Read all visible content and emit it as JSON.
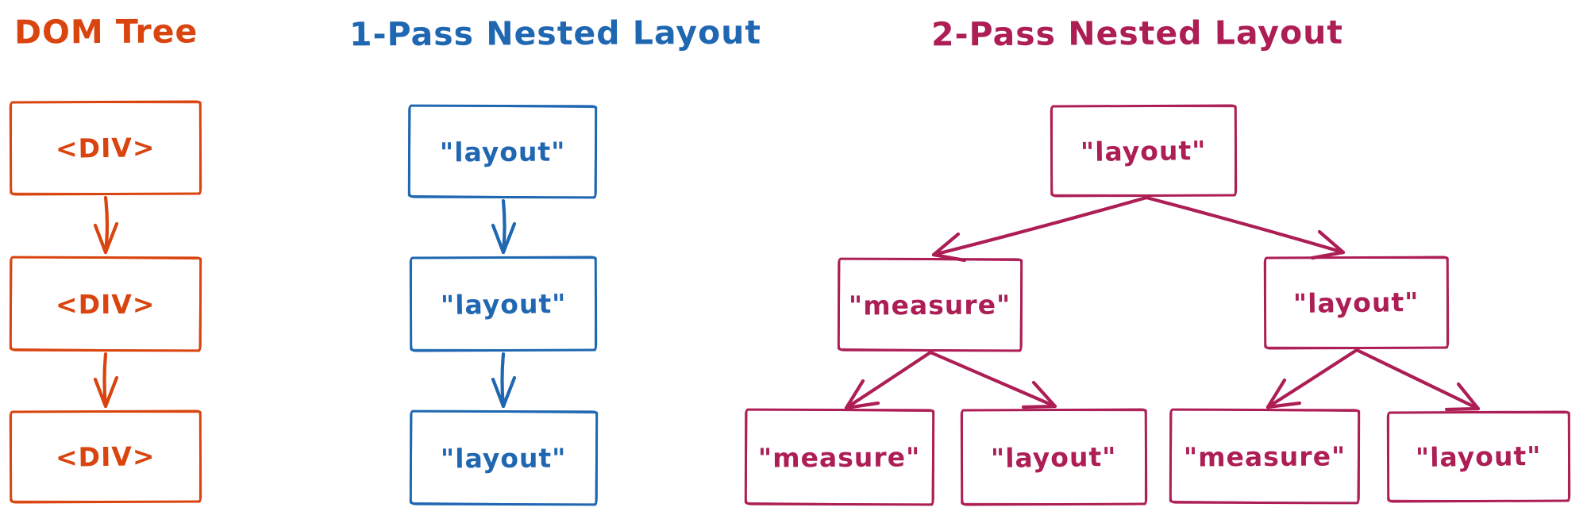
{
  "diagram": {
    "background": "#ffffff",
    "sections": [
      {
        "id": "dom-tree",
        "title": "DOM Tree",
        "color": "#d9440f",
        "nodes": [
          {
            "id": "div-1",
            "label": "<DIV>"
          },
          {
            "id": "div-2",
            "label": "<DIV>"
          },
          {
            "id": "div-3",
            "label": "<DIV>"
          }
        ],
        "edges": [
          {
            "from": "div-1",
            "to": "div-2"
          },
          {
            "from": "div-2",
            "to": "div-3"
          }
        ]
      },
      {
        "id": "one-pass-nested-layout",
        "title": "1-Pass Nested Layout",
        "color": "#2067b2",
        "nodes": [
          {
            "id": "layout-1",
            "label": "\"layout\""
          },
          {
            "id": "layout-2",
            "label": "\"layout\""
          },
          {
            "id": "layout-3",
            "label": "\"layout\""
          }
        ],
        "edges": [
          {
            "from": "layout-1",
            "to": "layout-2"
          },
          {
            "from": "layout-2",
            "to": "layout-3"
          }
        ]
      },
      {
        "id": "two-pass-nested-layout",
        "title": "2-Pass Nested Layout",
        "color": "#ad1e55",
        "nodes": [
          {
            "id": "root-layout",
            "label": "\"layout\""
          },
          {
            "id": "l2-measure",
            "label": "\"measure\""
          },
          {
            "id": "l2-layout",
            "label": "\"layout\""
          },
          {
            "id": "l3-measure-1",
            "label": "\"measure\""
          },
          {
            "id": "l3-layout-1",
            "label": "\"layout\""
          },
          {
            "id": "l3-measure-2",
            "label": "\"measure\""
          },
          {
            "id": "l3-layout-2",
            "label": "\"layout\""
          }
        ],
        "edges": [
          {
            "from": "root-layout",
            "to": "l2-measure"
          },
          {
            "from": "root-layout",
            "to": "l2-layout"
          },
          {
            "from": "l2-measure",
            "to": "l3-measure-1"
          },
          {
            "from": "l2-measure",
            "to": "l3-layout-1"
          },
          {
            "from": "l2-layout",
            "to": "l3-measure-2"
          },
          {
            "from": "l2-layout",
            "to": "l3-layout-2"
          }
        ]
      }
    ]
  }
}
